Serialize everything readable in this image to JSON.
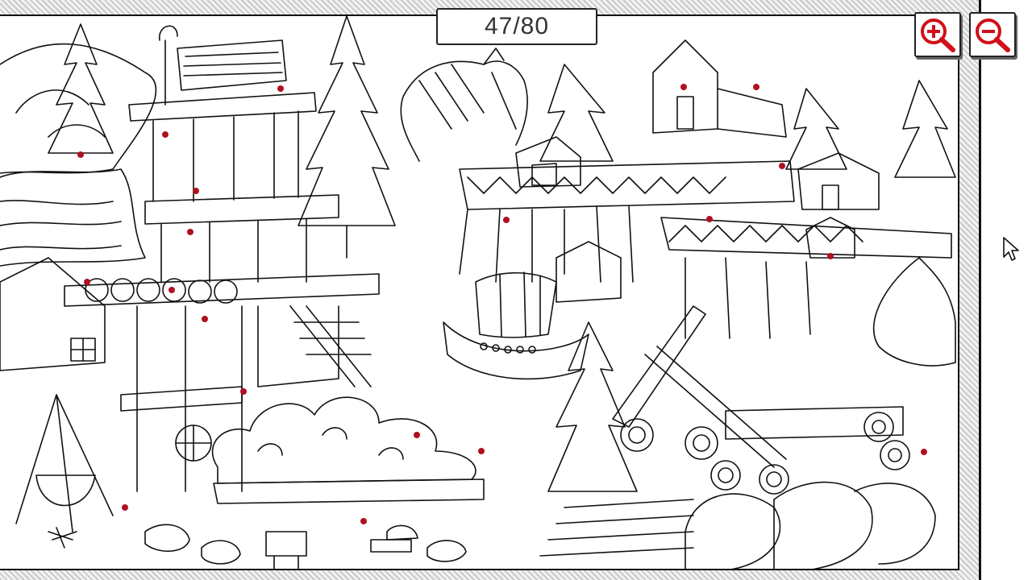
{
  "game": {
    "progress_text": "47/80"
  },
  "controls": {
    "zoom_in_icon": "zoom-in-magnifier-icon",
    "zoom_out_icon": "zoom-out-magnifier-icon",
    "icon_color": "#d0101a"
  },
  "scene": {
    "style": "black and white line-art hidden object illustration",
    "marker_color": "#b01020",
    "marker_count": 20
  }
}
